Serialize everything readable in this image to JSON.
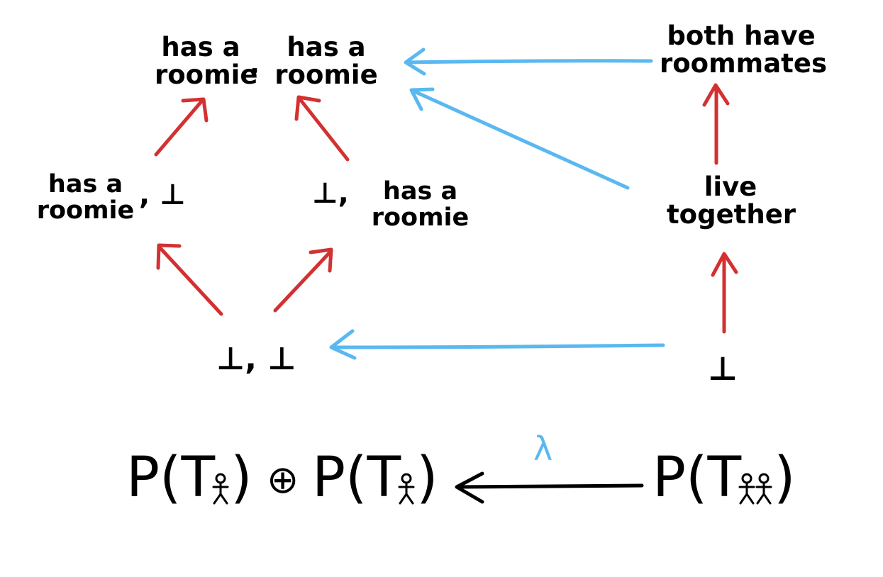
{
  "nodes": {
    "pair_top_left": "has a roomie",
    "pair_top_comma": ",",
    "pair_top_right": "has a roomie",
    "pair_mid_left_a": "has a roomie",
    "pair_mid_left_b": ", ⊥",
    "pair_mid_right_a": "⊥,",
    "pair_mid_right_b": "has a roomie",
    "pair_bottom": "⊥, ⊥",
    "single_top": "both have roommates",
    "single_mid": "live together",
    "single_bottom": "⊥"
  },
  "formula": {
    "left_a": "P(T",
    "close_a": ")",
    "oplus": "⊕",
    "left_b": "P(T",
    "close_b": ")",
    "arrow_label": "λ",
    "right": "P(T",
    "close_c": ")"
  },
  "colors": {
    "red_arrow": "#d33131",
    "blue_arrow": "#5ab8f0",
    "ink": "#000000"
  }
}
